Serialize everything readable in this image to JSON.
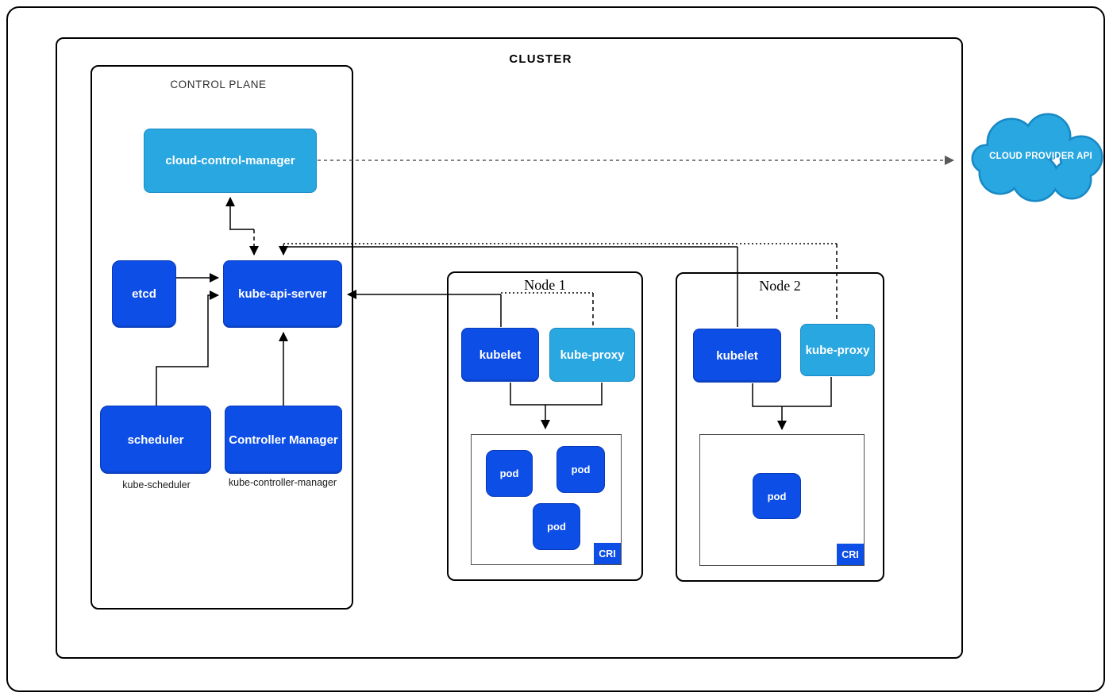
{
  "diagram": {
    "cluster_title": "CLUSTER",
    "control_plane": {
      "label": "CONTROL PLANE",
      "cloud_control_manager_label": "cloud-control-manager",
      "etcd_label": "etcd",
      "kube_api_server_label": "kube-api-server",
      "scheduler_label": "scheduler",
      "controller_manager_label": "Controller Manager",
      "scheduler_caption": "kube-scheduler",
      "controller_manager_caption": "kube-controller-manager"
    },
    "nodes": [
      {
        "label": "Node 1",
        "kubelet_label": "kubelet",
        "kube_proxy_label": "kube-proxy",
        "cri_label": "CRI",
        "pods": [
          "pod",
          "pod",
          "pod"
        ]
      },
      {
        "label": "Node 2",
        "kubelet_label": "kubelet",
        "kube_proxy_label": "kube-proxy",
        "cri_label": "CRI",
        "pods": [
          "pod"
        ]
      }
    ],
    "external": {
      "cloud_provider_api_label": "CLOUD PROVIDER API"
    },
    "colors": {
      "primary_blue": "#0d4ee6",
      "primary_blue_border": "#0839b8",
      "light_blue": "#29a7e1",
      "light_blue_border": "#1889c4",
      "line_black": "#000000",
      "line_gray": "#595959"
    }
  }
}
